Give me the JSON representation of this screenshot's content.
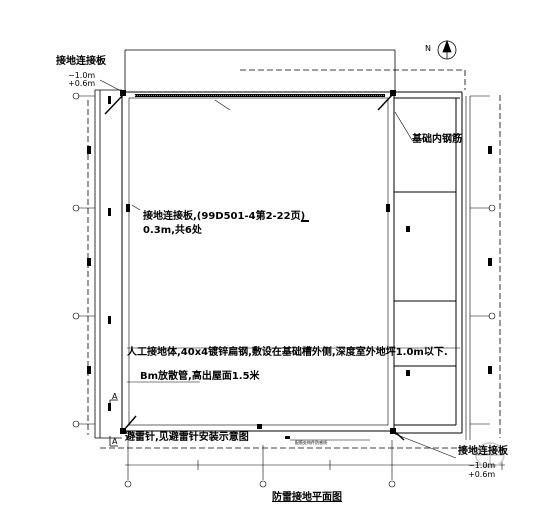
{
  "labels": {
    "top_left_plate": "接地连接板",
    "top_left_elev_1": "−1.0m",
    "top_left_elev_2": "+0.6m",
    "foundation_rebar": "基础内钢筋",
    "connection_plate_note_1": "接地连接板,(99D501-4第2-22页)",
    "connection_plate_note_2": "0.3m,共6处",
    "artificial_ground_note": "人工接地体,40x4镀锌扁钢,敷设在基础槽外侧,深度室外地坪1.0m以下.",
    "diffuser_note": "Bm放散管,高出屋面1.5米",
    "lightning_rod_note": "避雷针,见避雷针安装示意图",
    "wire_note": "配筋处构件防感线",
    "bottom_right_plate": "接地连接板",
    "bottom_right_elev_1": "−1.0m",
    "bottom_right_elev_2": "+0.6m",
    "section_a_top": "A",
    "section_a_bottom": "A",
    "title": "防雷接地平面图",
    "north_symbol": "N"
  },
  "colors": {
    "ink": "#000000",
    "background": "#ffffff"
  }
}
